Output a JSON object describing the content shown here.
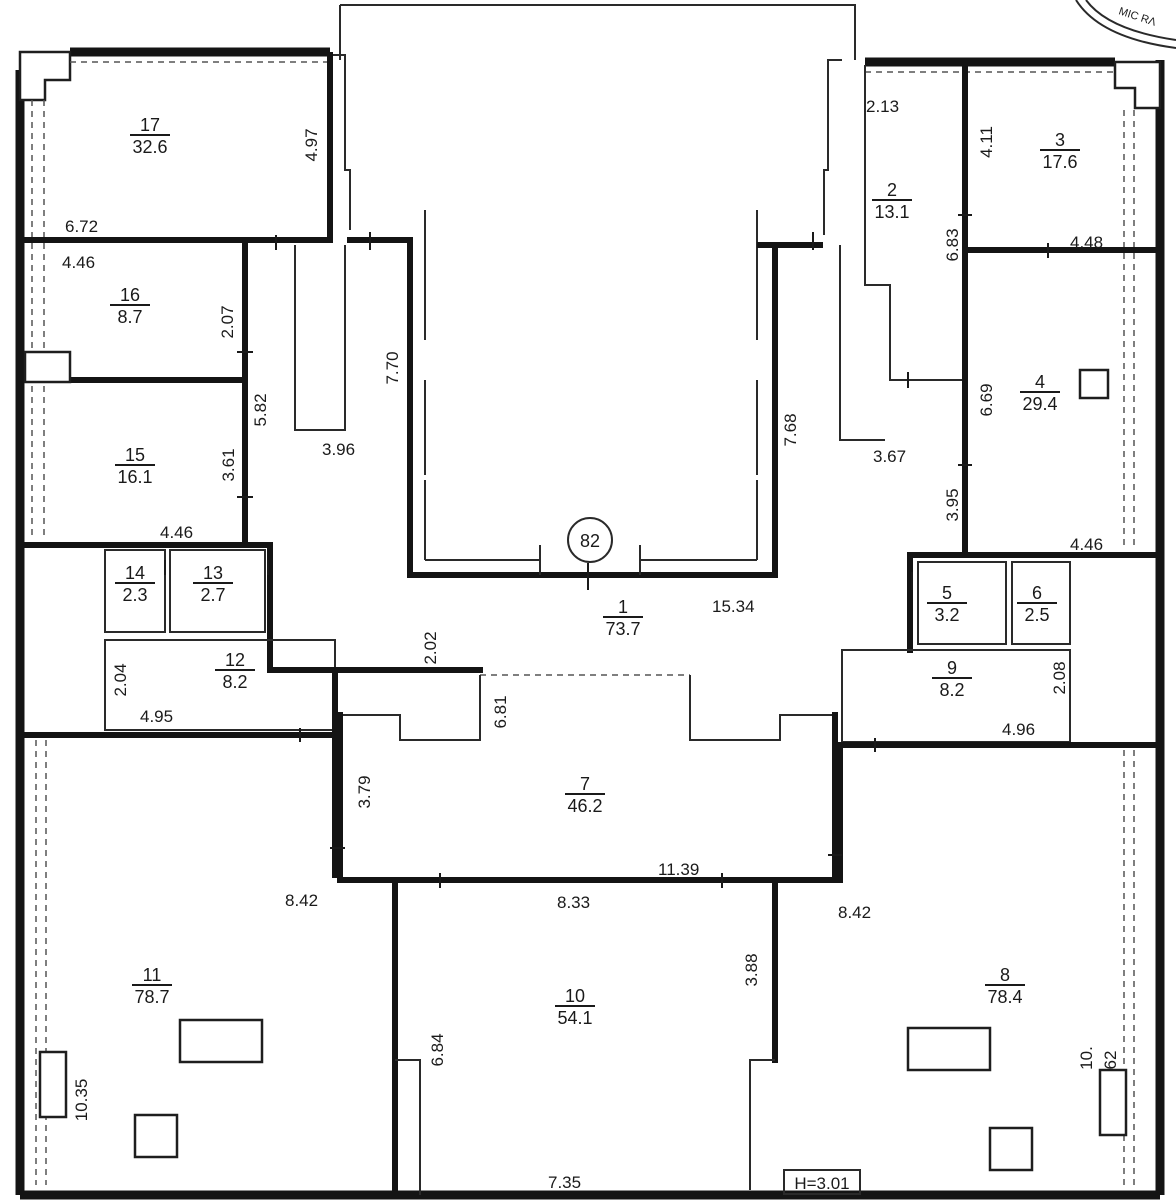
{
  "rooms": [
    {
      "number": "17",
      "area": "32.6"
    },
    {
      "number": "16",
      "area": "8.7"
    },
    {
      "number": "15",
      "area": "16.1"
    },
    {
      "number": "14",
      "area": "2.3"
    },
    {
      "number": "13",
      "area": "2.7"
    },
    {
      "number": "12",
      "area": "8.2"
    },
    {
      "number": "11",
      "area": "78.7"
    },
    {
      "number": "10",
      "area": "54.1"
    },
    {
      "number": "7",
      "area": "46.2"
    },
    {
      "number": "1",
      "area": "73.7"
    },
    {
      "number": "2",
      "area": "13.1"
    },
    {
      "number": "3",
      "area": "17.6"
    },
    {
      "number": "4",
      "area": "29.4"
    },
    {
      "number": "5",
      "area": "3.2"
    },
    {
      "number": "6",
      "area": "2.5"
    },
    {
      "number": "9",
      "area": "8.2"
    },
    {
      "number": "8",
      "area": "78.4"
    }
  ],
  "dimensions": [
    "4.97",
    "6.72",
    "4.46",
    "2.07",
    "5.82",
    "3.96",
    "7.70",
    "3.61",
    "4.46",
    "2.13",
    "4.11",
    "6.83",
    "4.48",
    "6.69",
    "3.67",
    "7.68",
    "3.95",
    "4.46",
    "15.34",
    "2.02",
    "2.04",
    "4.95",
    "6.81",
    "2.08",
    "4.96",
    "3.79",
    "11.39",
    "8.42",
    "8.33",
    "8.42",
    "3.88",
    "6.84",
    "10.35",
    "7.35",
    "10.",
    "62"
  ],
  "apartment_number": "82",
  "ceiling_height": "H=3.01"
}
